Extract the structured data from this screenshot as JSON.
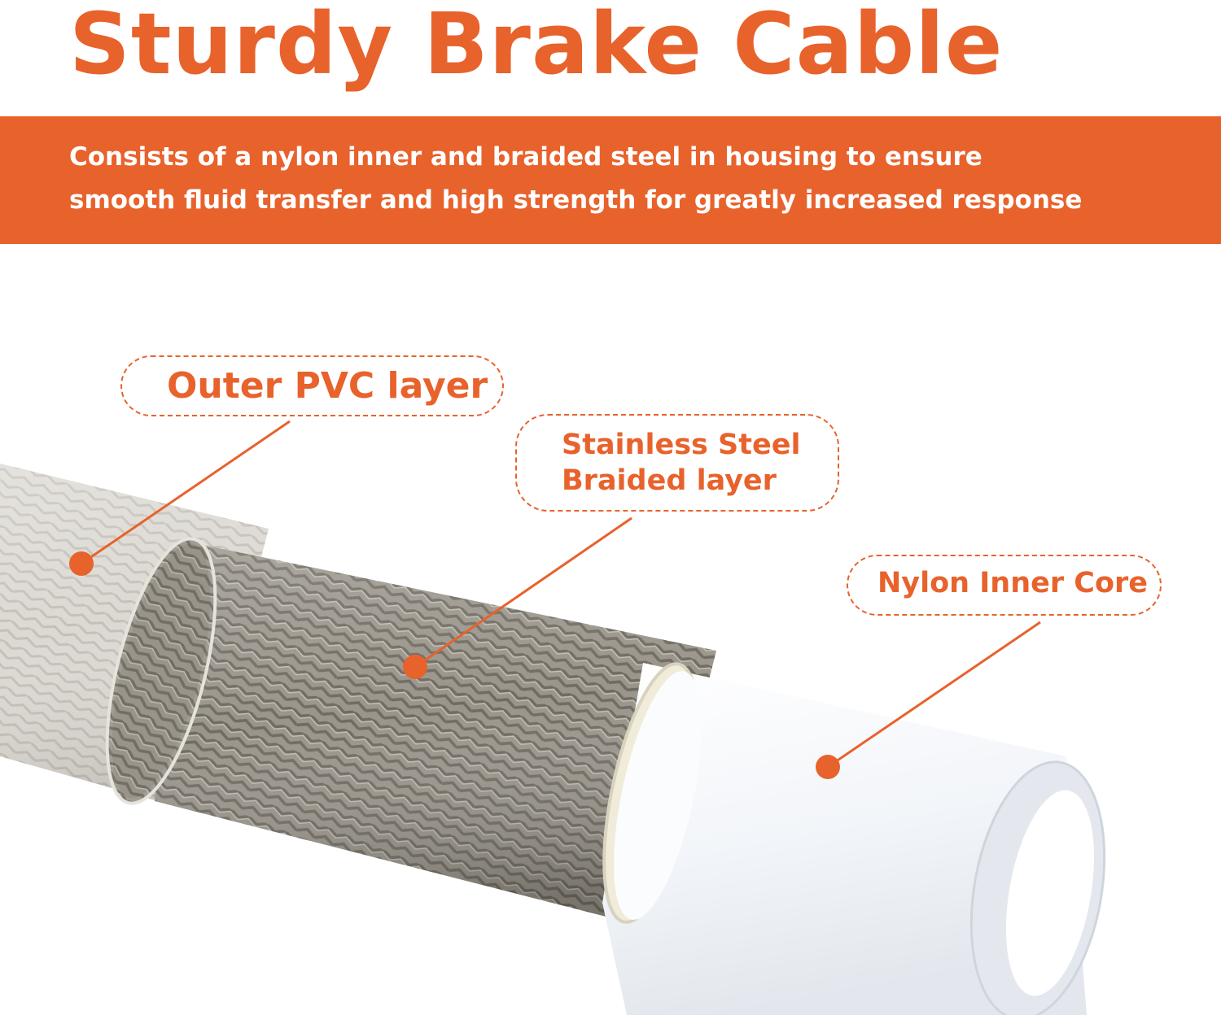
{
  "title": "Sturdy Brake Cable",
  "banner": {
    "line1": "Consists of a nylon inner and braided steel in housing to ensure",
    "line2": "smooth fluid transfer and high strength for greatly increased response"
  },
  "callouts": {
    "outer": "Outer PVC layer",
    "steel_line1": "Stainless Steel",
    "steel_line2": "Braided layer",
    "nylon": "Nylon Inner Core"
  },
  "colors": {
    "accent": "#e8622c",
    "outer_layer": "#d8d5cf",
    "steel_braid": "#8e8a80",
    "nylon_core": "#f6f8fb"
  }
}
